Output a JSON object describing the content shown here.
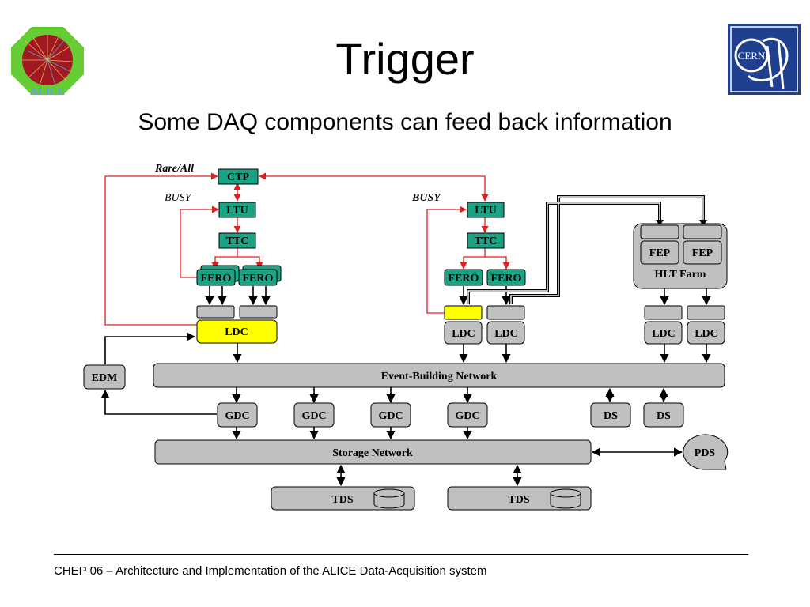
{
  "slide": {
    "title": "Trigger",
    "subtitle": "Some DAQ components can feed back information",
    "footer": "CHEP 06 – Architecture and Implementation of the ALICE Data-Acquisition system"
  },
  "logos": {
    "alice_text": "ALICE",
    "cern_text": "CERN"
  },
  "diagram": {
    "rare_all": "Rare/All",
    "busy_left": "BUSY",
    "busy_right": "BUSY",
    "ctp": "CTP",
    "ltu": "LTU",
    "ttc": "TTC",
    "fero": "FERO",
    "ldc": "LDC",
    "fep": "FEP",
    "hlt_farm": "HLT Farm",
    "edm": "EDM",
    "event_building_network": "Event-Building Network",
    "gdc": "GDC",
    "ds": "DS",
    "storage_network": "Storage Network",
    "pds": "PDS",
    "tds": "TDS"
  },
  "colors": {
    "trigger_green": "#1aa385",
    "highlight_yellow": "#ffff00",
    "box_gray": "#c0c0c0",
    "feedback_red": "#e02020"
  }
}
